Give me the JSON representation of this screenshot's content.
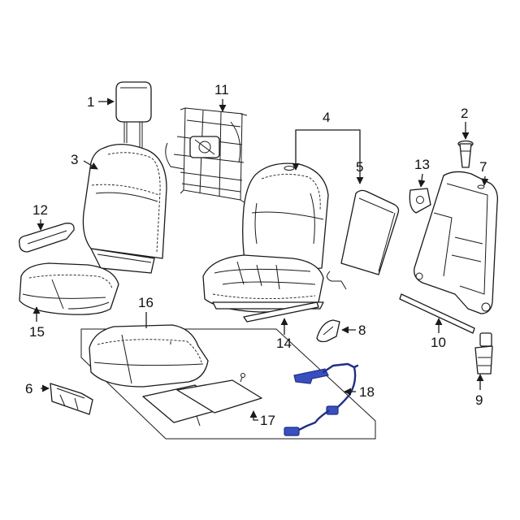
{
  "diagram": {
    "callouts": {
      "c1": "1",
      "c2": "2",
      "c3": "3",
      "c4": "4",
      "c5": "5",
      "c6": "6",
      "c7": "7",
      "c8": "8",
      "c9": "9",
      "c10": "10",
      "c11": "11",
      "c12": "12",
      "c13": "13",
      "c14": "14",
      "c15": "15",
      "c16": "16",
      "c17": "17",
      "c18": "18"
    },
    "colors": {
      "line": "#1a1a1a",
      "highlight": "#1f2f8a"
    }
  }
}
